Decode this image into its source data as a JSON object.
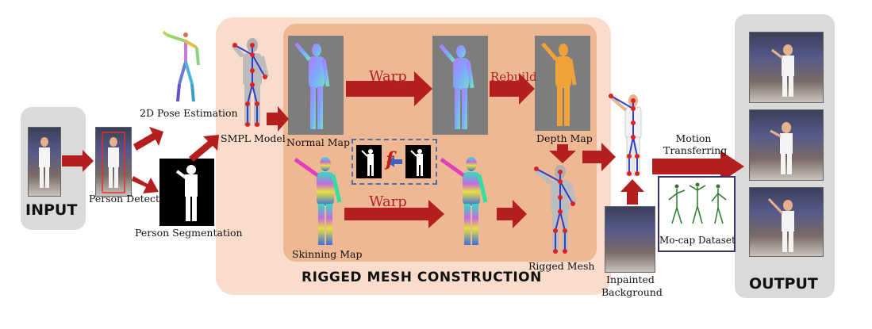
{
  "labels": {
    "input": "INPUT",
    "output": "OUTPUT",
    "rigged_mesh_construction": "RIGGED MESH CONSTRUCTION",
    "pose_2d": "2D Pose Estimation",
    "person_detection": "Person Detection",
    "person_segmentation": "Person Segmentation",
    "smpl_model": "SMPL Model",
    "normal_map": "Normal Map",
    "depth_map": "Depth Map",
    "skinning_map": "Skinning Map",
    "rigged_mesh": "Rigged Mesh",
    "inpainted_background": "Inpainted\nBackground",
    "inpainted_line1": "Inpainted",
    "inpainted_line2": "Background",
    "motion_line1": "Motion",
    "motion_line2": "Transferring",
    "mocap_dataset": "Mo-cap Dataset",
    "warp_top": "Warp",
    "warp_bottom": "Warp",
    "rebuild": "Rebuild",
    "f_symbol": "f"
  },
  "colors": {
    "arrow": "#b51e1e",
    "peach_panel": "#f9dccb",
    "inner_panel": "#efb894",
    "gray_panel": "#dadada",
    "mocap_border": "#3a2f6b",
    "dashed_box": "#4a6fa5"
  }
}
